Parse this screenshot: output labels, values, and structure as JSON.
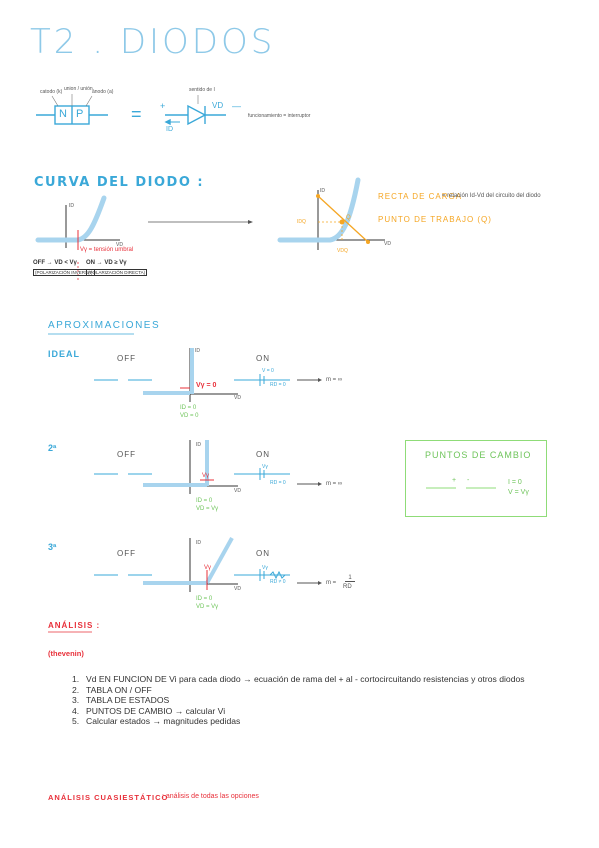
{
  "title": "T2 . DIODOS",
  "symbol": {
    "n_label": "N",
    "p_label": "P",
    "equals": "=",
    "annot_left": "catodo (k)",
    "annot_mid": "union / unión",
    "annot_right": "ánodo (a)",
    "diode_top": "sentido de I",
    "plus": "+",
    "vd": "VD",
    "minus": "—",
    "id": "ID",
    "note": "funcionamiento = interruptor"
  },
  "curva": {
    "heading": "CURVA DEL DIODO :",
    "axis_i": "ID",
    "axis_v": "VD",
    "vy_label": "Vγ = tensión umbral",
    "off_label": "OFF → VD < Vγ",
    "off_bracket": "(POLARIZACIÓN INVERSA)",
    "on_label": "ON → VD ≥ Vγ",
    "on_bracket": "(POLARIZACIÓN DIRECTA)",
    "recta_heading": "RECTA DE CARGA",
    "recta_note": "= relación Id-Vd del circuito del diodo",
    "punto_heading": "PUNTO DE TRABAJO (Q)",
    "q_label": "Q",
    "idq_label": "IDQ",
    "vdq_label": "VDQ",
    "axis_i2": "ID",
    "axis_v2": "VD"
  },
  "aprox": {
    "heading": "APROXIMACIONES",
    "ideal": {
      "label": "IDEAL",
      "off": "OFF",
      "on": "ON",
      "axis_i": "ID",
      "axis_v": "VD",
      "vy": "Vγ = 0",
      "cond1": "ID = 0",
      "cond2": "VD = 0",
      "on_v": "V = 0",
      "on_r": "RD = 0",
      "slope": "m = ∞"
    },
    "second": {
      "label": "2ª",
      "off": "OFF",
      "on": "ON",
      "axis_i": "ID",
      "axis_v": "VD",
      "vy": "Vγ",
      "cond1": "ID = 0",
      "cond2": "VD = Vγ",
      "on_v": "Vγ",
      "on_r": "RD = 0",
      "slope": "m = ∞"
    },
    "third": {
      "label": "3ª",
      "off": "OFF",
      "on": "ON",
      "axis_i": "ID",
      "axis_v": "VD",
      "vy": "Vγ",
      "cond1": "ID = 0",
      "cond2": "VD = Vγ",
      "on_v": "Vγ",
      "on_r": "RD ≠ 0",
      "slope_num": "1",
      "slope_den": "RD",
      "slope_m": "m ="
    }
  },
  "puntos": {
    "heading": "PUNTOS DE CAMBIO",
    "plus": "+",
    "minus": "-",
    "c1": "I = 0",
    "c2": "V = Vγ"
  },
  "analisis": {
    "heading": "ANÁLISIS :",
    "sub": "(thevenin)",
    "steps": [
      {
        "n": "1.",
        "text": "Vd EN FUNCION DE Vi para cada diodo → ecuación de rama del + al - cortocircuitando resistencias y otros diodos"
      },
      {
        "n": "2.",
        "text": "TABLA ON / OFF"
      },
      {
        "n": "3.",
        "text": "TABLA DE ESTADOS"
      },
      {
        "n": "4.",
        "text": "PUNTOS DE CAMBIO → calcular Vi"
      },
      {
        "n": "5.",
        "text": "Calcular estados → magnitudes pedidas"
      }
    ],
    "cuasi_heading": "ANÁLISIS CUASIESTÁTICO",
    "cuasi_note": ":  análisis de todas las opciones"
  },
  "colors": {
    "light_blue": "#a8d4ee",
    "blue": "#3aa8d8",
    "red": "#e8303a",
    "orange": "#f5a623",
    "green": "#8fdc78",
    "dark": "#333333"
  }
}
